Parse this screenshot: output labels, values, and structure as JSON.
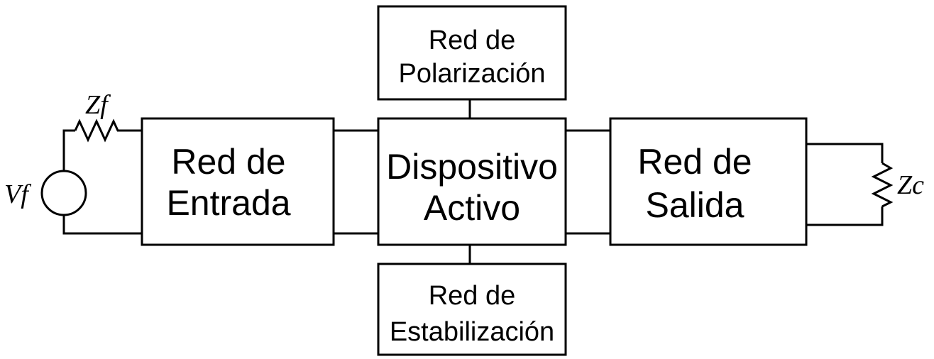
{
  "blocks": {
    "input_network": {
      "line1": "Red de",
      "line2": "Entrada"
    },
    "active_device": {
      "line1": "Dispositivo",
      "line2": "Activo"
    },
    "output_network": {
      "line1": "Red de",
      "line2": "Salida"
    },
    "bias_network": {
      "line1": "Red de",
      "line2": "Polarización"
    },
    "stabilization_network": {
      "line1": "Red de",
      "line2": "Estabilización"
    }
  },
  "components": {
    "source_voltage": {
      "label": "Vf"
    },
    "source_impedance": {
      "label": "Zf"
    },
    "load_impedance": {
      "label": "Zc"
    }
  }
}
